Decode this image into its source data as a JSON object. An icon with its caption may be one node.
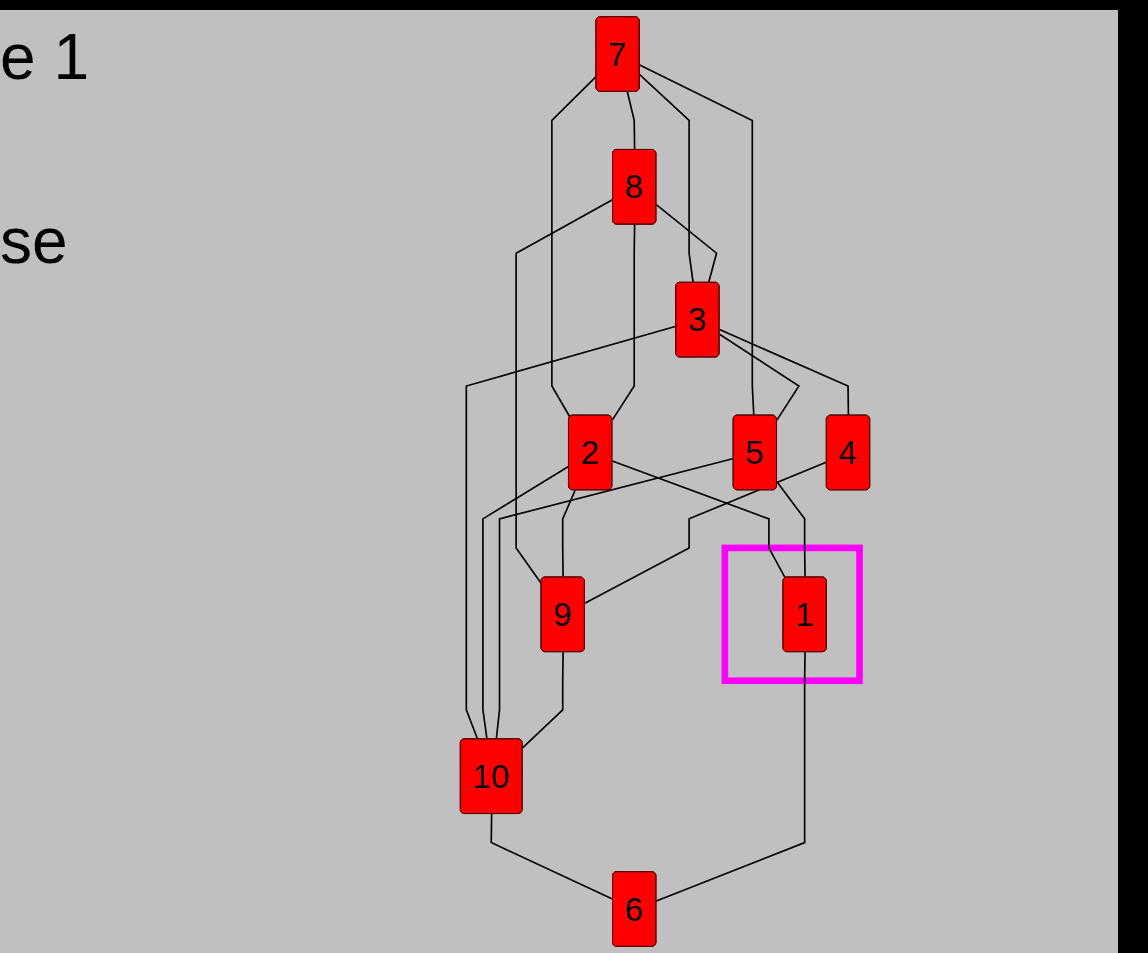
{
  "diagram": {
    "nodes": [
      {
        "text": [
          "7"
        ]
      },
      {
        "text": [
          "8"
        ]
      },
      {
        "text": [
          "5"
        ]
      },
      {
        "text": [
          "3"
        ]
      },
      {
        "text": [
          "2"
        ]
      },
      {
        "text": [
          "4"
        ]
      },
      {
        "text": [],
        "shape": "box"
      },
      {
        "text": [
          "1"
        ],
        "in": 6
      },
      {
        "text": [
          "9"
        ]
      },
      {
        "text": [
          "10"
        ]
      },
      {
        "text": [
          "6"
        ]
      }
    ],
    "edges": [
      {
        "from": 0,
        "to": 1,
        "arrow": "none"
      },
      {
        "from": 0,
        "to": 3,
        "arrow": "none"
      },
      {
        "from": 0,
        "to": 4,
        "arrow": "none"
      },
      {
        "from": 0,
        "to": 2,
        "arrow": "none"
      },
      {
        "from": 1,
        "to": 3,
        "arrow": "none"
      },
      {
        "from": 1,
        "to": 4,
        "arrow": "none"
      },
      {
        "from": 1,
        "to": 8,
        "arrow": "none"
      },
      {
        "from": 3,
        "to": 2,
        "arrow": "none"
      },
      {
        "from": 3,
        "to": 5,
        "arrow": "none"
      },
      {
        "from": 3,
        "to": 9,
        "arrow": "none"
      },
      {
        "from": 4,
        "to": 8,
        "arrow": "none"
      },
      {
        "from": 4,
        "to": 9,
        "arrow": "none"
      },
      {
        "from": 4,
        "to": 7,
        "arrow": "none"
      },
      {
        "from": 2,
        "to": 9,
        "arrow": "none"
      },
      {
        "from": 2,
        "to": 7,
        "arrow": "none"
      },
      {
        "from": 5,
        "to": 8,
        "arrow": "none"
      },
      {
        "from": 8,
        "to": 9,
        "arrow": "none"
      },
      {
        "from": 9,
        "to": 10,
        "arrow": "none"
      },
      {
        "from": 7,
        "to": 10,
        "arrow": "none"
      }
    ],
    "labels": [
      "e 1",
      "se"
    ]
  }
}
